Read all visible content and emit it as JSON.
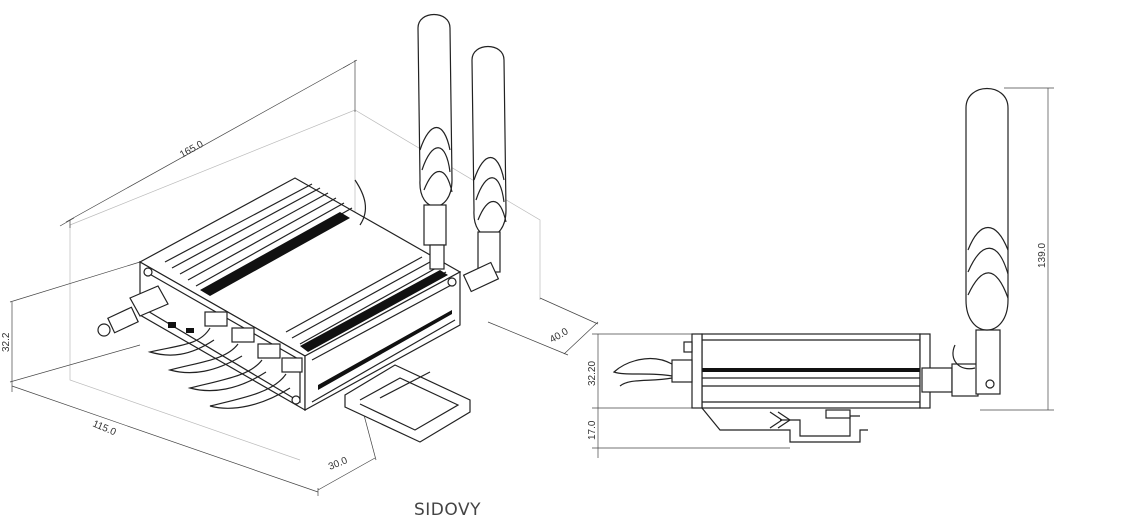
{
  "drawing": {
    "iso_dims": {
      "length": "165.0",
      "height": "32.2",
      "width": "115.0",
      "depth_right": "40.0",
      "depth_bottom": "30.0"
    },
    "side_dims": {
      "antenna_height": "139.0",
      "body_height": "32.20",
      "rail_height": "17.0"
    },
    "caption": "SIDOVY"
  }
}
